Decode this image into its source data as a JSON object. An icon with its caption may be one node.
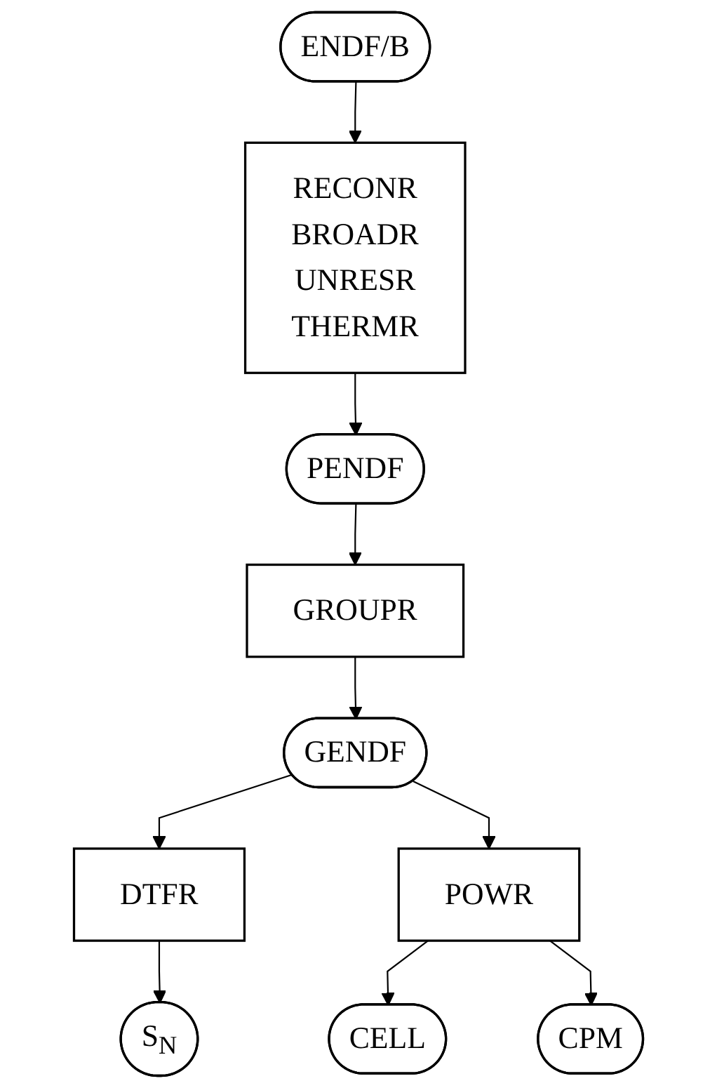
{
  "diagram": {
    "nodes": [
      {
        "text": [
          "ENDF/B"
        ]
      },
      {
        "text": [
          "RECONR",
          "BROADR",
          "UNRESR",
          "THERMR"
        ]
      },
      {
        "text": [
          "PENDF"
        ]
      },
      {
        "text": [
          "GROUPR"
        ]
      },
      {
        "text": [
          "GENDF"
        ]
      },
      {
        "text": [
          "DTFR"
        ]
      },
      {
        "text": [
          "POWR"
        ]
      },
      {
        "text": [
          "S$_{N}$"
        ]
      },
      {
        "text": [
          "CELL"
        ]
      },
      {
        "text": [
          "CPM"
        ]
      }
    ],
    "edges": [
      {
        "from": 0,
        "to": 1,
        "arrow": "to"
      },
      {
        "from": 1,
        "to": 2,
        "arrow": "to"
      },
      {
        "from": 2,
        "to": 3,
        "arrow": "to"
      },
      {
        "from": 3,
        "to": 4,
        "arrow": "to"
      },
      {
        "from": 4,
        "to": 5,
        "arrow": "to"
      },
      {
        "from": 4,
        "to": 6,
        "arrow": "to"
      },
      {
        "from": 5,
        "to": 7,
        "arrow": "to"
      },
      {
        "from": 6,
        "to": 8,
        "arrow": "to"
      },
      {
        "from": 6,
        "to": 9,
        "arrow": "to"
      }
    ]
  }
}
